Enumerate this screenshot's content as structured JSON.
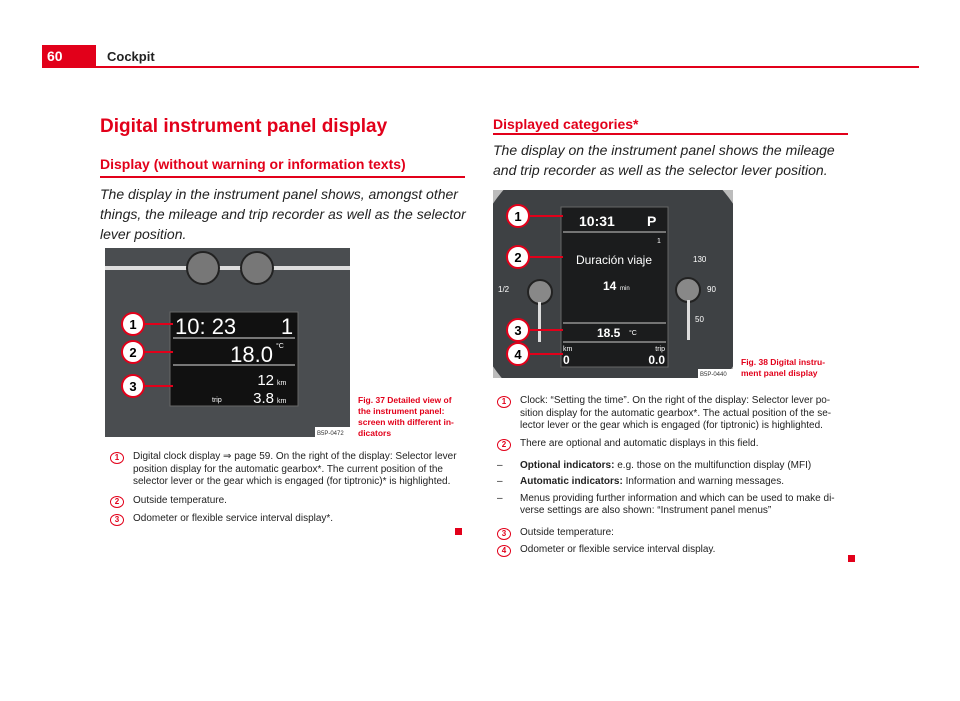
{
  "header": {
    "page_number": "60",
    "section": "Cockpit"
  },
  "left": {
    "title": "Digital instrument panel display",
    "subtitle": "Display (without warning or information texts)",
    "intro": "The display in the instrument panel shows, amongst other things, the mileage and trip recorder as well as the selector lever position.",
    "figure": {
      "clock": "10: 23",
      "gear": "1",
      "temp": "18.0",
      "temp_unit": "°C",
      "odo": "12",
      "odo_unit": "km",
      "trip_label": "trip",
      "trip": "3.8",
      "trip_unit": "km",
      "code": "B5P-0472",
      "callouts": [
        "1",
        "2",
        "3"
      ]
    },
    "caption": "Fig. 37   Detailed view of the instrument panel: screen with different in-dicators",
    "items": [
      {
        "num": "1",
        "text": "Digital clock display ⇒ page 59. On the right of the display: Selector lever position display for the automatic gearbox*. The current position of the selector lever or the gear which is engaged (for tiptronic)* is highlighted."
      },
      {
        "num": "2",
        "text": "Outside temperature."
      },
      {
        "num": "3",
        "text": "Odometer or flexible service interval display*."
      }
    ]
  },
  "right": {
    "title": "Displayed categories*",
    "intro": "The display on the instrument panel shows the mileage and trip recorder as well as the selector lever position.",
    "figure": {
      "clock": "10:31",
      "gear": "P",
      "small": "1",
      "message": "Duración viaje",
      "duration": "14",
      "duration_unit": "min",
      "temp": "18.5",
      "temp_unit": "°C",
      "km_label": "km",
      "trip_label": "trip",
      "odo": "0",
      "trip": "0.0",
      "half": "1/2",
      "t130": "130",
      "t90": "90",
      "t50": "50",
      "code": "B5P-0440",
      "callouts": [
        "1",
        "2",
        "3",
        "4"
      ]
    },
    "caption": "Fig. 38   Digital instru-ment panel display",
    "items": [
      {
        "num": "1",
        "text": "Clock: “Setting the time”. On the right of the display: Selector lever po-sition display for the automatic gearbox*. The actual position of the se-lector lever or the gear which is engaged (for tiptronic) is highlighted."
      },
      {
        "num": "2",
        "text": "There are optional and automatic displays in this field."
      }
    ],
    "bullets": [
      {
        "bold": "Optional indicators:",
        "text": " e.g. those on the multifunction display (MFI)"
      },
      {
        "bold": "Automatic indicators:",
        "text": " Information and warning messages."
      },
      {
        "bold": "",
        "text": "Menus providing further information and which can be used to make di-verse settings are also shown: “Instrument panel menus”"
      }
    ],
    "items2": [
      {
        "num": "3",
        "text": "Outside temperature:"
      },
      {
        "num": "4",
        "text": "Odometer or flexible service interval display."
      }
    ],
    "dash": "–"
  },
  "colors": {
    "accent": "#e2001a"
  }
}
